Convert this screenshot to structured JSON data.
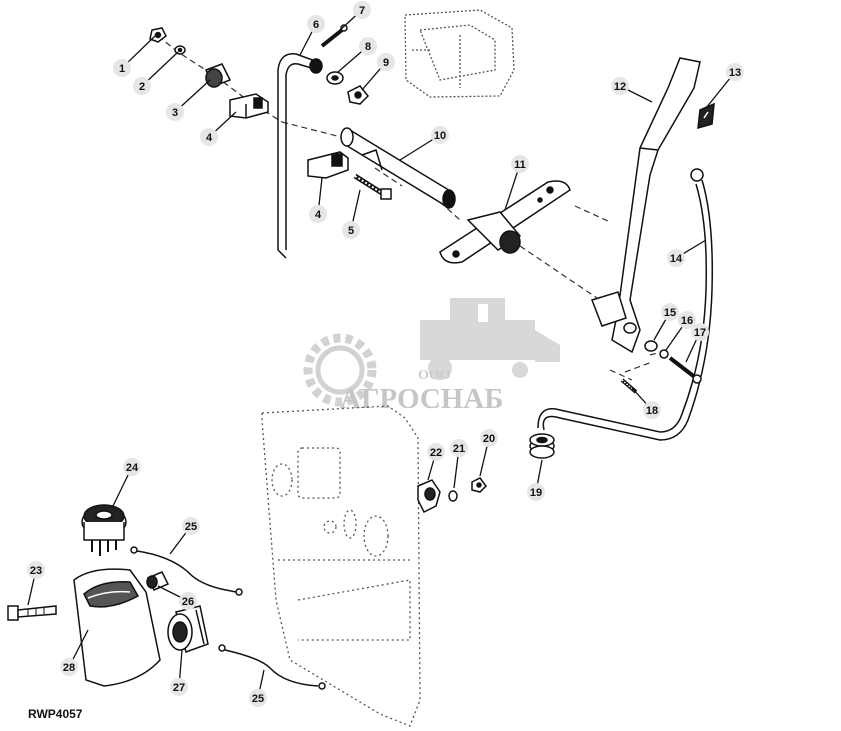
{
  "watermark": {
    "company_prefix": "ООО",
    "company_name": "АГРОСНАБ"
  },
  "figure_code": "RWP4057",
  "callouts": [
    {
      "label": "1"
    },
    {
      "label": "2"
    },
    {
      "label": "3"
    },
    {
      "label": "4"
    },
    {
      "label": "4"
    },
    {
      "label": "5"
    },
    {
      "label": "6"
    },
    {
      "label": "7"
    },
    {
      "label": "8"
    },
    {
      "label": "9"
    },
    {
      "label": "10"
    },
    {
      "label": "11"
    },
    {
      "label": "12"
    },
    {
      "label": "13"
    },
    {
      "label": "14"
    },
    {
      "label": "15"
    },
    {
      "label": "16"
    },
    {
      "label": "17"
    },
    {
      "label": "18"
    },
    {
      "label": "19"
    },
    {
      "label": "20"
    },
    {
      "label": "21"
    },
    {
      "label": "22"
    },
    {
      "label": "23"
    },
    {
      "label": "24"
    },
    {
      "label": "25"
    },
    {
      "label": "25"
    },
    {
      "label": "26"
    },
    {
      "label": "27"
    },
    {
      "label": "28"
    }
  ]
}
